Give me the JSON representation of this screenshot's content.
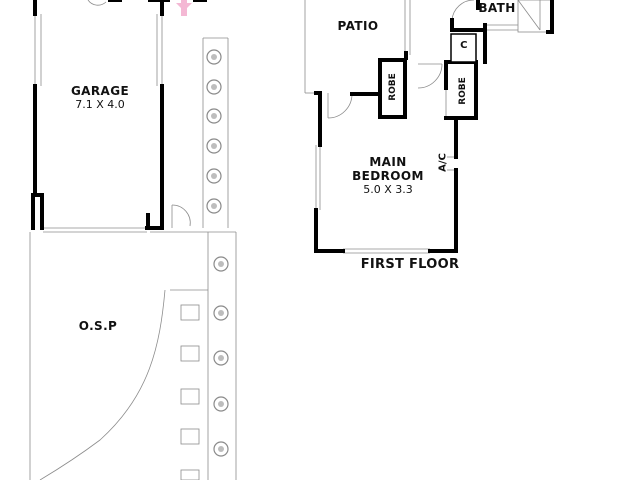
{
  "plan": {
    "garage": {
      "name": "GARAGE",
      "size": "7.1 X 4.0"
    },
    "patio": {
      "name": "PATIO"
    },
    "bath": {
      "name": "BATH"
    },
    "cupboard": {
      "name": "C"
    },
    "robe_left": {
      "name": "ROBE"
    },
    "robe_right": {
      "name": "ROBE"
    },
    "main_bedroom": {
      "name_line1": "MAIN",
      "name_line2": "BEDROOM",
      "size": "5.0 X 3.3"
    },
    "ac": {
      "name": "A/C"
    },
    "osp": {
      "name": "O.S.P"
    },
    "floor_title": "FIRST FLOOR",
    "colors": {
      "wall": "#000000",
      "line": "#8c8c8c",
      "accent": "#f4b8d4",
      "shrub": "#9a9a9a"
    }
  }
}
